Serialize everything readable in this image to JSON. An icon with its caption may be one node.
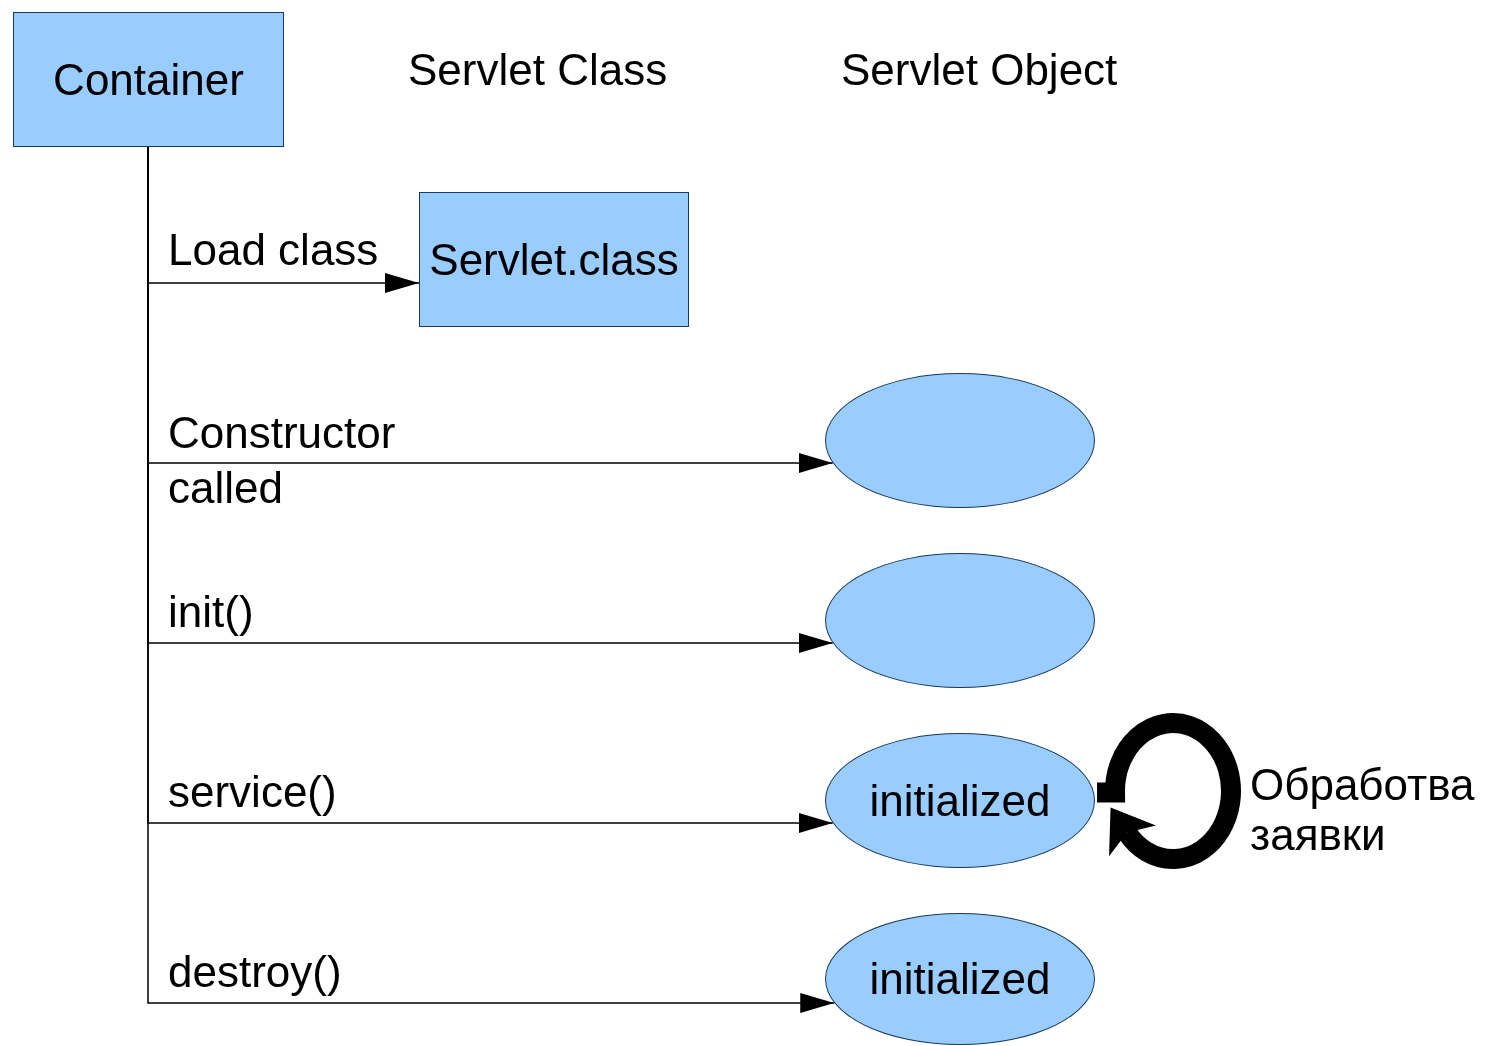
{
  "diagram": {
    "nodes": [
      {
        "text": [
          "Container"
        ]
      },
      {
        "text": [
          "Servlet.class"
        ]
      },
      {
        "text": [],
        "shape": "ellipse"
      },
      {
        "text": [],
        "shape": "ellipse"
      },
      {
        "text": [
          "initialized"
        ]
      },
      {
        "text": [
          "initialized"
        ]
      }
    ],
    "edges": [
      {
        "from": 0,
        "to": 1,
        "arrow": "to",
        "label": "Load class"
      },
      {
        "from": 0,
        "to": 2,
        "arrow": "to",
        "label": "Constructor called"
      },
      {
        "from": 0,
        "to": 3,
        "arrow": "to",
        "label": "init()"
      },
      {
        "from": 0,
        "to": 4,
        "arrow": "to",
        "label": "service()"
      },
      {
        "from": 4,
        "to": 4,
        "arrow": "to",
        "label": "Обработва заявки",
        "style": "thick"
      },
      {
        "from": 0,
        "to": 5,
        "arrow": "to",
        "label": "destroy()"
      }
    ],
    "labels": [
      "Servlet Class",
      "Servlet Object"
    ]
  }
}
